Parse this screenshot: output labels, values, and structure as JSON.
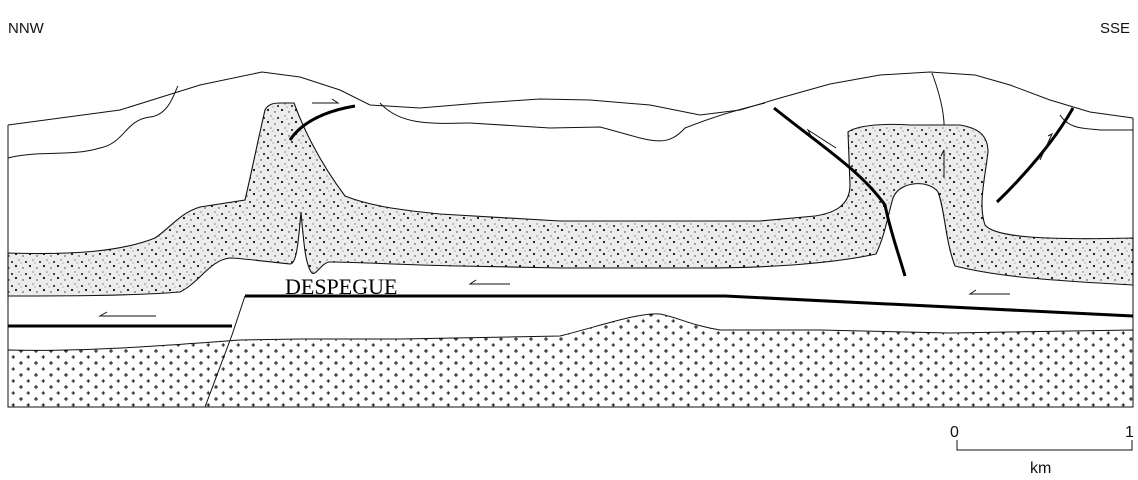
{
  "orientation": {
    "left": "NNW",
    "right": "SSE"
  },
  "labels": {
    "detachment": "DESPEGUE"
  },
  "scale_bar": {
    "start": "0",
    "end": "1",
    "unit": "km"
  },
  "colors": {
    "line": "#111111",
    "fault": "#000000",
    "stipple_fill": "#ececec",
    "background": "#ffffff"
  }
}
